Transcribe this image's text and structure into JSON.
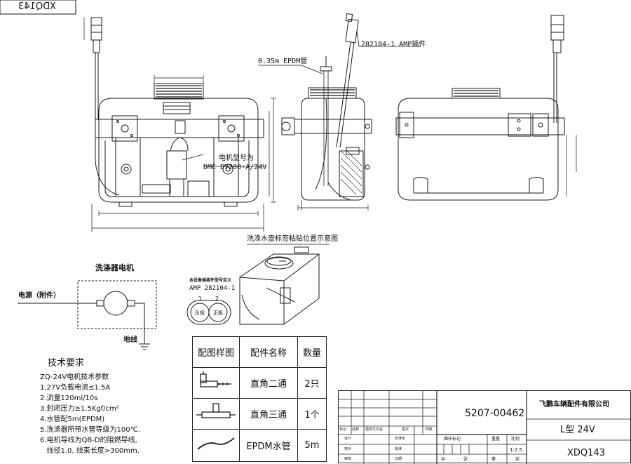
{
  "drawing_no_mirrored": "XDQ143",
  "callouts": {
    "amp_part": "282104-1  AMP插件",
    "epdm_pipe": "0.35m  EPDM管",
    "motor_model_title": "电机型号为",
    "motor_model": "DMC DY200-A/24V"
  },
  "label_diagram_title": "洗涤水壶标签粘贴位置示意图",
  "motor_section": {
    "title": "洗涤器电机",
    "power_label": "电源（附件）",
    "ground_label": "地线"
  },
  "connector": {
    "note": "本设备插接件型号定义",
    "model": "AMP 282104-1",
    "pin1": "1",
    "pin2": "2",
    "pin1_label": "负极",
    "pin2_label": "正极"
  },
  "tech_requirements": {
    "title": "技术要求",
    "lines": [
      "ZQ-24V电机技术参数",
      "1.27V负载电流≤1.5A",
      "2.流量120ml/10s",
      "3.封闭压力≥1.5Kgf/cm²",
      "4.水管配5m(EPDM)",
      "5.洗涤器所带水管等级为100℃.",
      "6.电机导线为QB-D的阻燃导线,",
      "   线径1.0, 线束长度>300mm."
    ]
  },
  "parts_table": {
    "headers": [
      "配图样图",
      "配件名称",
      "数量"
    ],
    "rows": [
      {
        "icon": "elbow-connector-icon",
        "name": "直角二通",
        "qty": "2只"
      },
      {
        "icon": "tee-connector-icon",
        "name": "直角三通",
        "qty": "1个"
      },
      {
        "icon": "epdm-hose-icon",
        "name": "EPDM水管",
        "qty": "5m"
      }
    ]
  },
  "title_block": {
    "drawing_no": "5207-00462",
    "company": "飞鹏车辆配件有限公司",
    "product": "L型 24V",
    "code": "XDQ143",
    "scale": "1:2.5",
    "cells": [
      "标记",
      "处数",
      "更改文件名",
      "签字",
      "日期",
      "设计",
      "标准化",
      "校对",
      "批准",
      "审核",
      "日期",
      "图样标记",
      "重量",
      "比例",
      "共",
      "张",
      "第",
      "张"
    ]
  }
}
